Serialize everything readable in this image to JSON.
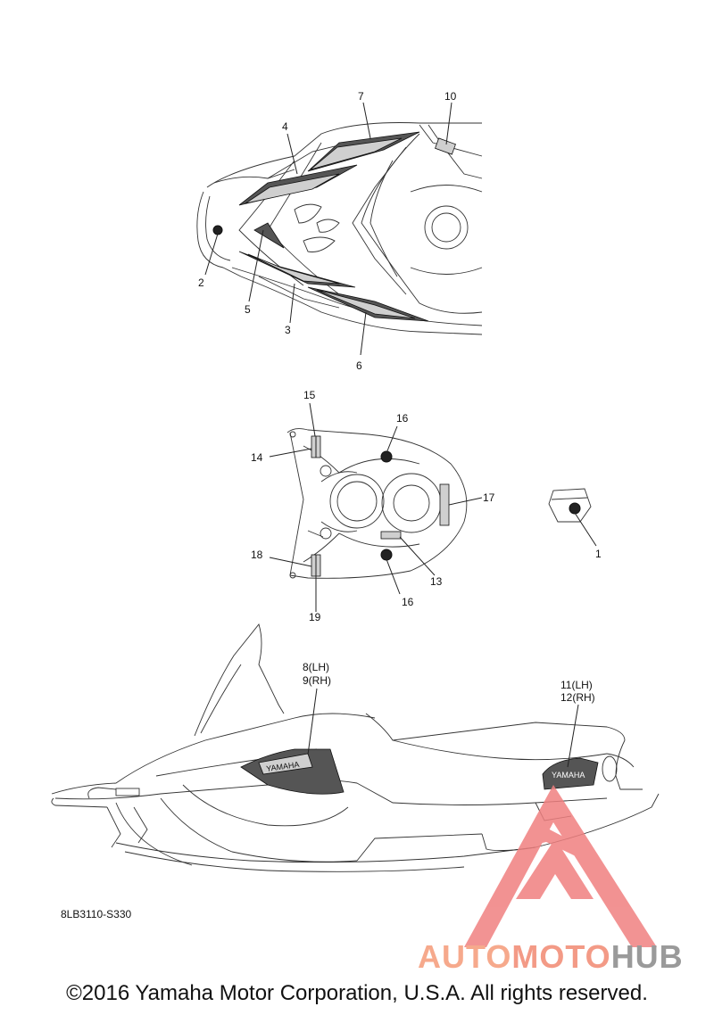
{
  "diagram": {
    "callouts_top": [
      "7",
      "10",
      "4",
      "2",
      "5",
      "3",
      "6"
    ],
    "callouts_middle": [
      "15",
      "16",
      "14",
      "17",
      "1",
      "18",
      "13",
      "16",
      "19"
    ],
    "callouts_side": {
      "left_line1": "8(LH)",
      "left_line2": "9(RH)",
      "right_line1": "11(LH)",
      "right_line2": "12(RH)"
    },
    "decal_text": "YAMAHA"
  },
  "part_code": "8LB3110-S330",
  "copyright": "©2016 Yamaha Motor Corporation, U.S.A. All rights reserved.",
  "watermark": {
    "part1": "AUTO",
    "part2": "MOTO",
    "part3": "HUB",
    "colors": {
      "triangle": "#f08080",
      "auto": "#f6a98c",
      "moto": "#f39a86",
      "hub": "#9a9a9a"
    }
  }
}
